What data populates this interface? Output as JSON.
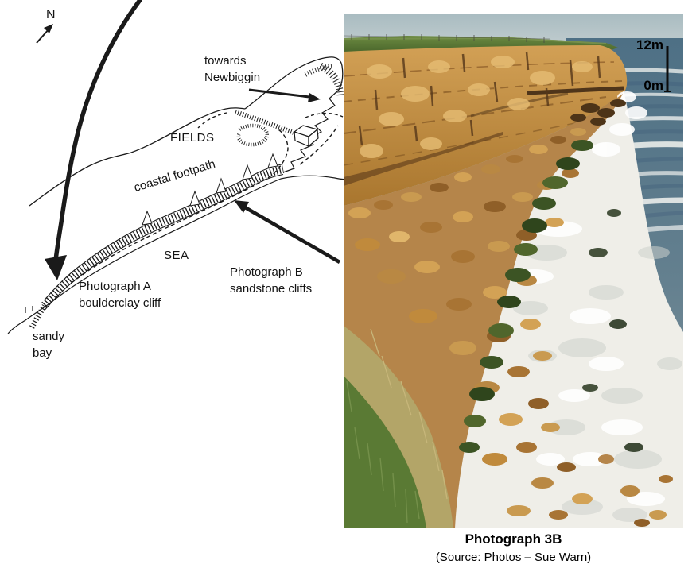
{
  "map": {
    "north": "N",
    "towards_line1": "towards",
    "towards_line2": "Newbiggin",
    "fields": "FIELDS",
    "footpath": "coastal footpath",
    "sea": "SEA",
    "photo_a_line1": "Photograph A",
    "photo_a_line2": "boulderclay cliff",
    "photo_b_line1": "Photograph B",
    "photo_b_line2": "sandstone cliffs",
    "sandy_line1": "sandy",
    "sandy_line2": "bay"
  },
  "photo": {
    "scale_max": "12m",
    "scale_min": "0m"
  },
  "caption": {
    "title": "Photograph 3B",
    "source": "(Source: Photos – Sue Warn)"
  },
  "colors": {
    "ink": "#1a1a1a",
    "sky": "#b0c2c6",
    "sea": "#54718a",
    "foam": "#efeee8",
    "cliff": "#c08a3c",
    "cliff_shadow": "#6e451c",
    "algae": "#3c5424",
    "grass_top": "#4c6c30",
    "grass_foreground": "#5a7a34",
    "straw": "#b3a568",
    "boulder": "#b9884a"
  }
}
